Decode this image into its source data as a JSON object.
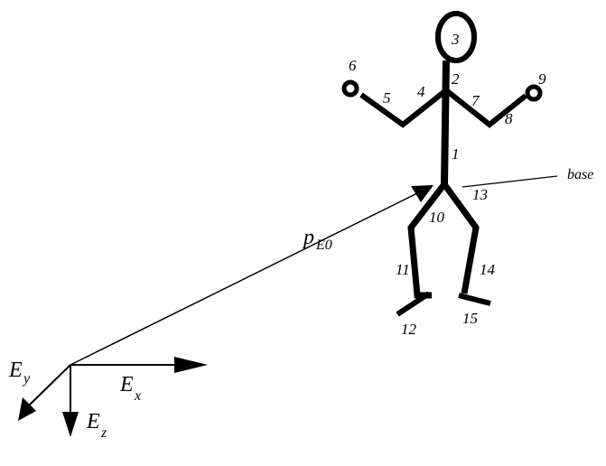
{
  "figure": {
    "segment_numbers": [
      "1",
      "2",
      "3",
      "4",
      "5",
      "6",
      "7",
      "8",
      "9",
      "10",
      "11",
      "12",
      "13",
      "14",
      "15"
    ],
    "base_label": "base",
    "position_vector": {
      "symbol": "p",
      "subscript": "E0"
    },
    "frame": {
      "x_axis": {
        "symbol": "E",
        "subscript": "x"
      },
      "y_axis": {
        "symbol": "E",
        "subscript": "y"
      },
      "z_axis": {
        "symbol": "E",
        "subscript": "z"
      }
    }
  }
}
